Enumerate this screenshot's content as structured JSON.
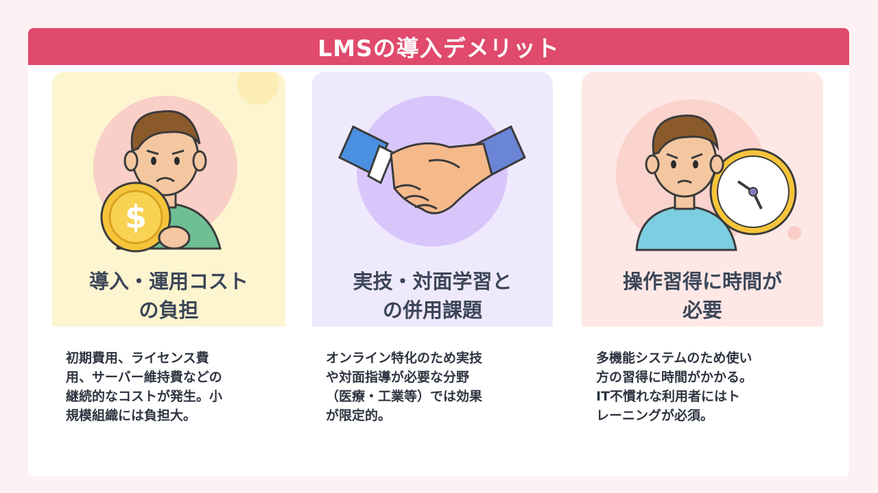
{
  "title": "LMSの導入デメリット",
  "cards": [
    {
      "heading_line1": "導入・運用コスト",
      "heading_line2": "の負担",
      "desc_lines": [
        "初期費用、ライセンス費",
        "用、サーバー維持費などの",
        "継続的なコストが発生。小",
        "規模組織には負担大。"
      ],
      "icon": "worried-person-with-coin-icon",
      "coin_symbol": "$"
    },
    {
      "heading_line1": "実技・対面学習と",
      "heading_line2": "の併用課題",
      "desc_lines": [
        "オンライン特化のため実技",
        "や対面指導が必要な分野",
        "（医療・工業等）では効果",
        "が限定的。"
      ],
      "icon": "handshake-icon"
    },
    {
      "heading_line1": "操作習得に時間が",
      "heading_line2": "必要",
      "desc_lines": [
        "多機能システムのため使い",
        "方の習得に時間がかかる。",
        "IT不慣れな利用者にはト",
        "レーニングが必須。"
      ],
      "icon": "worried-person-with-clock-icon"
    }
  ],
  "colors": {
    "title_bar": "#e04a6c",
    "card1_bg": "#fdf5cf",
    "card2_bg": "#efe9fd",
    "card3_bg": "#fde8e6"
  }
}
